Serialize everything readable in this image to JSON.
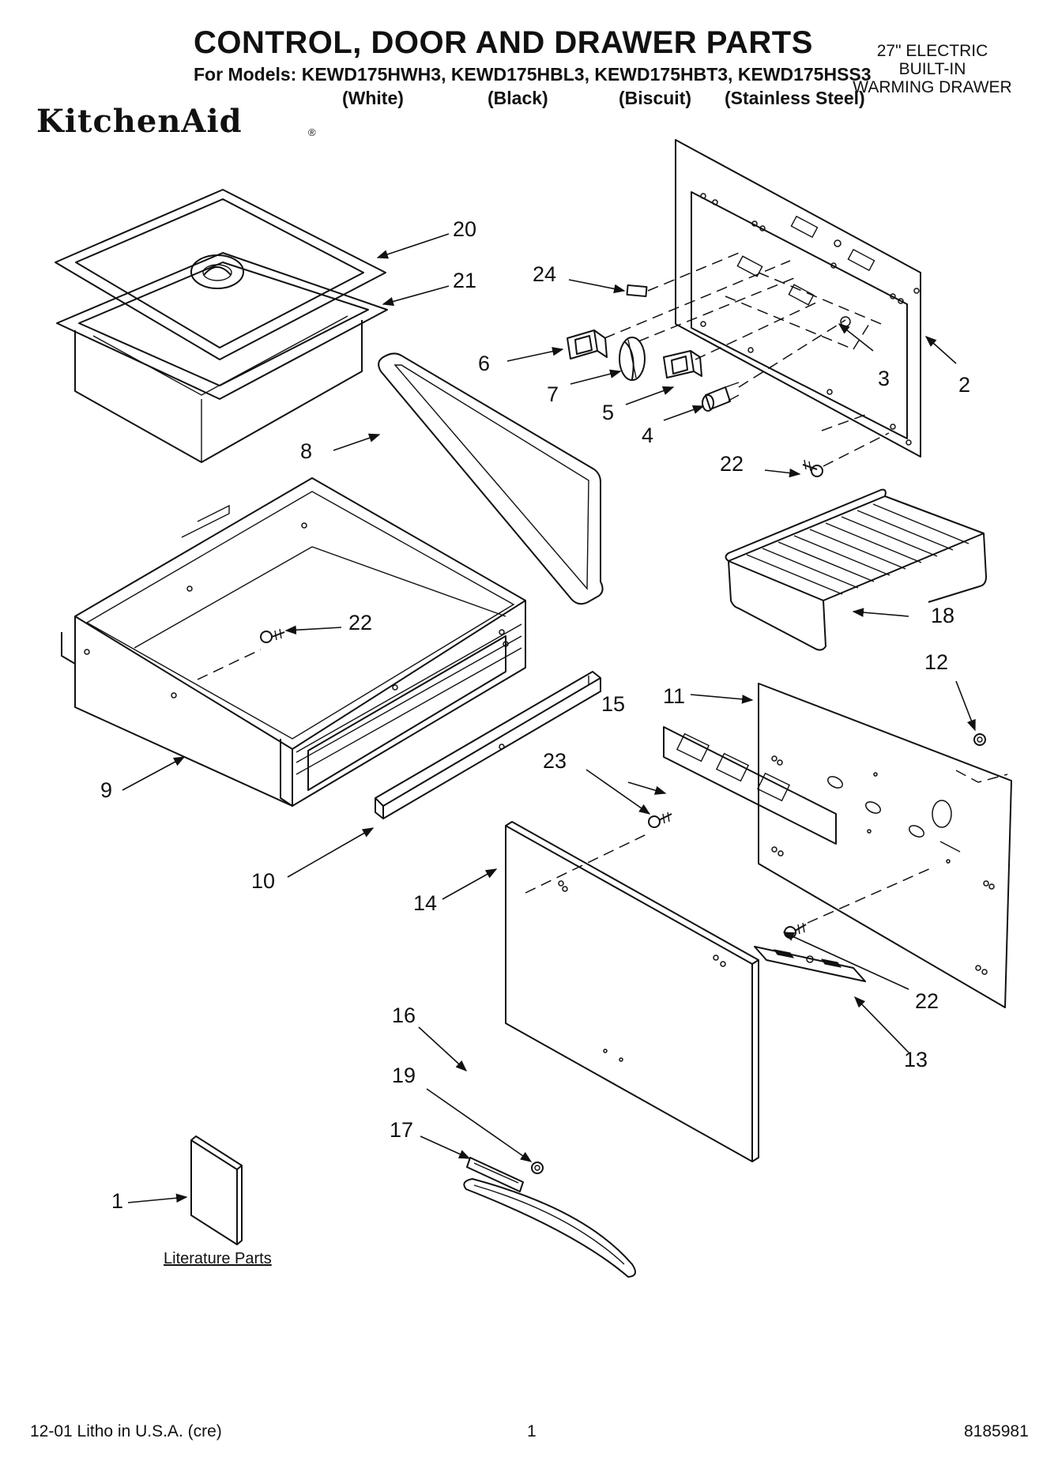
{
  "header": {
    "title": "CONTROL, DOOR AND DRAWER PARTS",
    "models_line": "For Models: KEWD175HWH3, KEWD175HBL3, KEWD175HBT3, KEWD175HSS3",
    "variants": [
      "(White)",
      "(Black)",
      "(Biscuit)",
      "(Stainless Steel)"
    ],
    "product_lines": [
      "27\" ELECTRIC",
      "BUILT-IN",
      "WARMING DRAWER"
    ],
    "brand": "KitchenAid"
  },
  "callouts": [
    "20",
    "21",
    "24",
    "6",
    "7",
    "5",
    "3",
    "2",
    "4",
    "22",
    "8",
    "22",
    "18",
    "12",
    "11",
    "15",
    "23",
    "9",
    "10",
    "14",
    "22",
    "13",
    "16",
    "19",
    "17",
    "1"
  ],
  "literature_caption": "Literature Parts",
  "footer": {
    "left": "12-01 Litho in U.S.A. (cre)",
    "page": "1",
    "part_number": "8185981"
  },
  "colors": {
    "ink": "#111111",
    "paper": "#ffffff"
  }
}
